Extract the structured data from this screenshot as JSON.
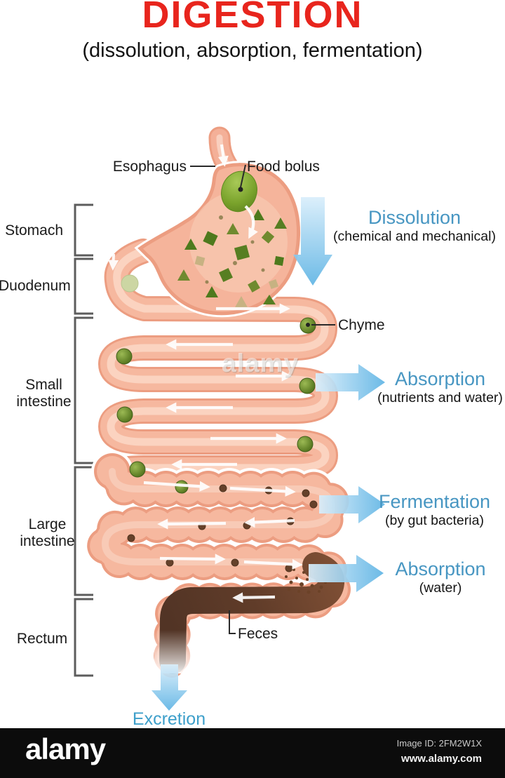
{
  "header": {
    "title": "DIGESTION",
    "subtitle": "(dissolution, absorption, fermentation)"
  },
  "left_labels": [
    {
      "label": "Stomach"
    },
    {
      "label": "Duodenum"
    },
    {
      "label": "Small intestine"
    },
    {
      "label": "Large intestine"
    },
    {
      "label": "Rectum"
    }
  ],
  "part_labels": {
    "esophagus": "Esophagus",
    "food_bolus": "Food bolus",
    "chyme": "Chyme",
    "feces": "Feces"
  },
  "process_labels": [
    {
      "title": "Dissolution",
      "subtitle": "(chemical and mechanical)"
    },
    {
      "title": "Absorption",
      "subtitle": "(nutrients and water)"
    },
    {
      "title": "Fermentation",
      "subtitle": "(by gut bacteria)"
    },
    {
      "title": "Absorption",
      "subtitle": "(water)"
    }
  ],
  "excretion_label": "Excretion",
  "watermark": {
    "center": "alamy",
    "logo": "alamy",
    "image_id": "Image ID: 2FM2W1X",
    "website": "www.alamy.com"
  },
  "colors": {
    "title_red": "#e8251d",
    "accent_blue": "#4796c2",
    "arrow_blue": "#5fb4e4",
    "tube_salmon": "#f6b89f",
    "tube_border": "#ec9d81",
    "bolus_green": "#7aa32c",
    "feces_brown": "#5f3b28",
    "bar_black": "#0c0c0c"
  }
}
